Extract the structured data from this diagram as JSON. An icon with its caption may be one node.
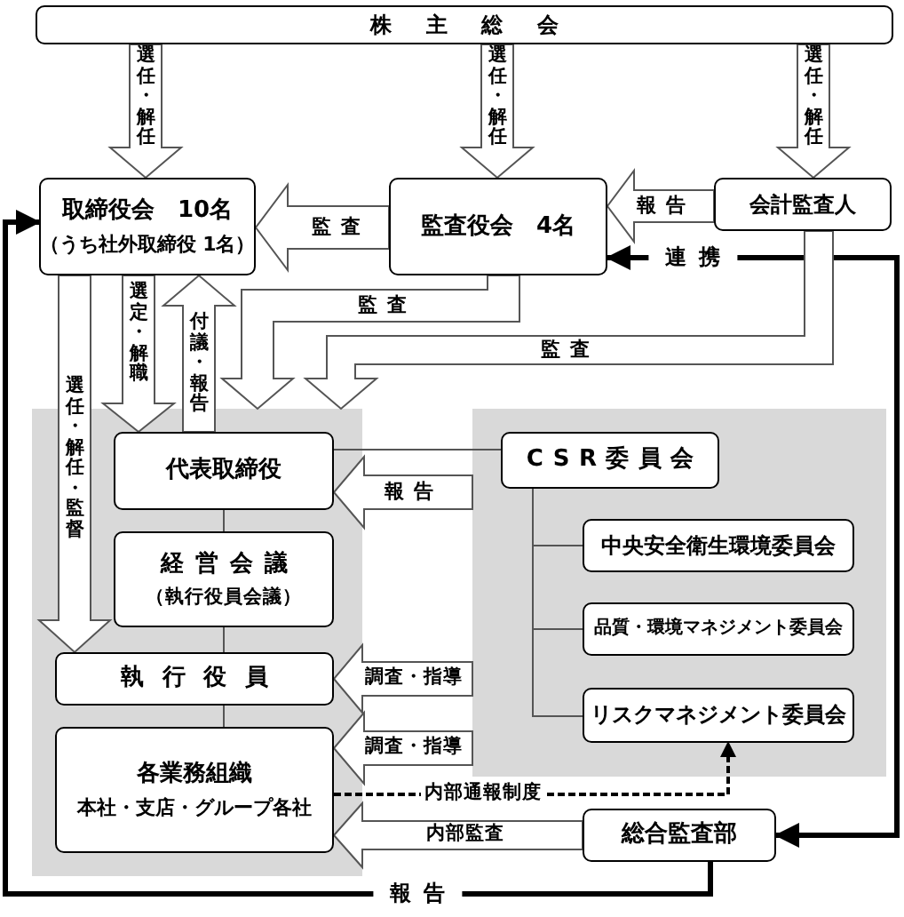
{
  "diagram": {
    "nodes": [
      {
        "text": [
          "株主総会"
        ]
      },
      {
        "text": [
          "取締役会　10名",
          "（うち社外取締役 1名）"
        ]
      },
      {
        "text": [
          "監査役会　4名"
        ]
      },
      {
        "text": [
          "会計監査人"
        ]
      },
      {
        "text": [],
        "shape": "box"
      },
      {
        "text": [
          "代表取締役"
        ],
        "in": 4
      },
      {
        "text": [
          "経営会議",
          "（執行役員会議）"
        ],
        "in": 4
      },
      {
        "text": [
          "執行役員"
        ],
        "in": 4
      },
      {
        "text": [
          "各業務組織",
          "本社・支店・グループ各社"
        ],
        "in": 4
      },
      {
        "text": [],
        "shape": "box"
      },
      {
        "text": [
          "CSR委員会"
        ],
        "in": 9
      },
      {
        "text": [
          "中央安全衛生環境委員会"
        ],
        "in": 9
      },
      {
        "text": [
          "品質・環境マネジメント委員会"
        ],
        "in": 9
      },
      {
        "text": [
          "リスクマネジメント委員会"
        ],
        "in": 9
      },
      {
        "text": [
          "総合監査部"
        ]
      }
    ],
    "edges": [
      {
        "from": 0,
        "to": 1,
        "arrow": "to",
        "label": "選任・解任"
      },
      {
        "from": 0,
        "to": 2,
        "arrow": "to",
        "label": "選任・解任"
      },
      {
        "from": 0,
        "to": 3,
        "arrow": "to",
        "label": "選任・解任"
      },
      {
        "from": 2,
        "to": 1,
        "arrow": "to",
        "label": "監査"
      },
      {
        "from": 3,
        "to": 2,
        "arrow": "to",
        "label": "報告"
      },
      {
        "from": 14,
        "to": 2,
        "arrow": "both",
        "label": "連携",
        "style": "thick"
      },
      {
        "from": 1,
        "to": 5,
        "arrow": "to",
        "label": "選定・解職"
      },
      {
        "from": 5,
        "to": 1,
        "arrow": "to",
        "label": "付議・報告"
      },
      {
        "from": 1,
        "to": 7,
        "arrow": "to",
        "label": "選任・解任・監督"
      },
      {
        "from": 2,
        "to": 4,
        "arrow": "to",
        "label": "監査"
      },
      {
        "from": 3,
        "to": 4,
        "arrow": "to",
        "label": "監査"
      },
      {
        "from": 5,
        "to": 10,
        "arrow": "none"
      },
      {
        "from": 9,
        "to": 5,
        "arrow": "to",
        "label": "報告"
      },
      {
        "from": 9,
        "to": 7,
        "arrow": "to",
        "label": "調査・指導"
      },
      {
        "from": 9,
        "to": 8,
        "arrow": "to",
        "label": "調査・指導"
      },
      {
        "from": 8,
        "to": 13,
        "arrow": "to",
        "label": "内部通報制度",
        "style": "dashed"
      },
      {
        "from": 14,
        "to": 8,
        "arrow": "to",
        "label": "内部監査"
      },
      {
        "from": 14,
        "to": 1,
        "arrow": "to",
        "label": "報告",
        "style": "thick"
      },
      {
        "from": 10,
        "to": 11,
        "arrow": "none"
      },
      {
        "from": 10,
        "to": 12,
        "arrow": "none"
      },
      {
        "from": 10,
        "to": 13,
        "arrow": "none"
      },
      {
        "from": 5,
        "to": 6,
        "arrow": "none"
      },
      {
        "from": 6,
        "to": 7,
        "arrow": "none"
      },
      {
        "from": 7,
        "to": 8,
        "arrow": "none"
      }
    ]
  }
}
